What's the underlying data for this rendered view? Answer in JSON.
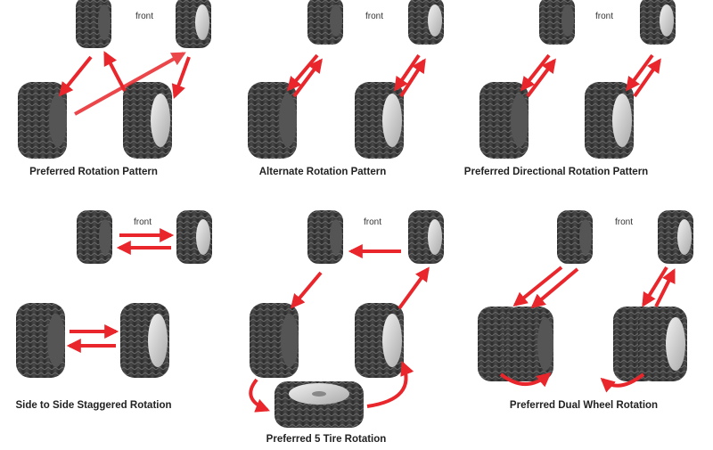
{
  "front_label": "front",
  "colors": {
    "arrow": "#e8262b",
    "tire": "#3a3a3a",
    "tread": "#555555",
    "rim": "#cfcfcf"
  },
  "diagrams": [
    {
      "title": "Preferred Rotation Pattern"
    },
    {
      "title": "Alternate Rotation Pattern"
    },
    {
      "title": "Preferred Directional Rotation Pattern"
    },
    {
      "title": "Side to Side Staggered Rotation"
    },
    {
      "title": "Preferred 5 Tire Rotation"
    },
    {
      "title": "Preferred Dual Wheel Rotation"
    }
  ]
}
